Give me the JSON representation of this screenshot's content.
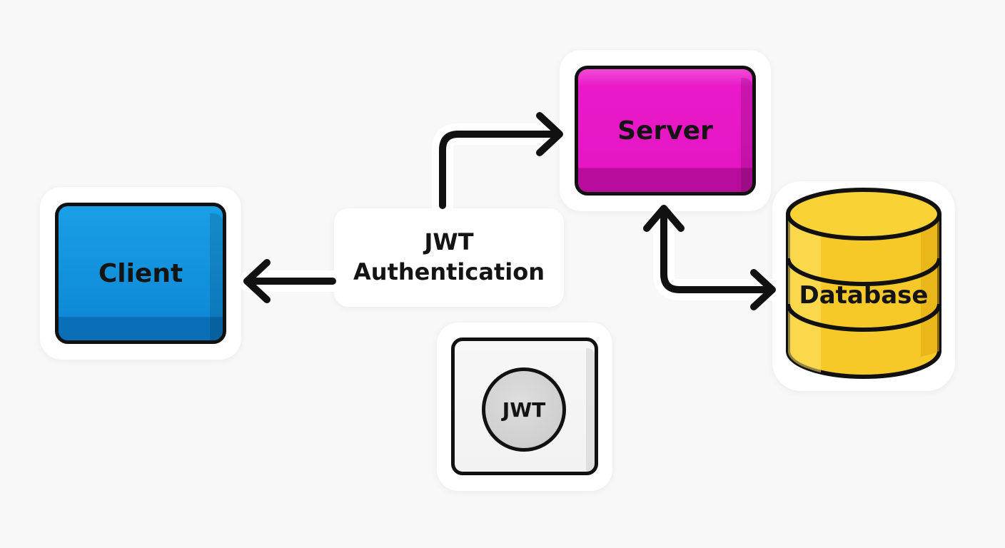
{
  "nodes": {
    "client": "Client",
    "server": "Server",
    "database": "Database",
    "jwt_auth_line1": "JWT",
    "jwt_auth_line2": "Authentication",
    "jwt_token": "JWT"
  },
  "colors": {
    "client": "#0f8ad6",
    "server": "#e516c4",
    "database": "#f7c928",
    "token": "#cfcfcf",
    "outline": "#111111"
  }
}
